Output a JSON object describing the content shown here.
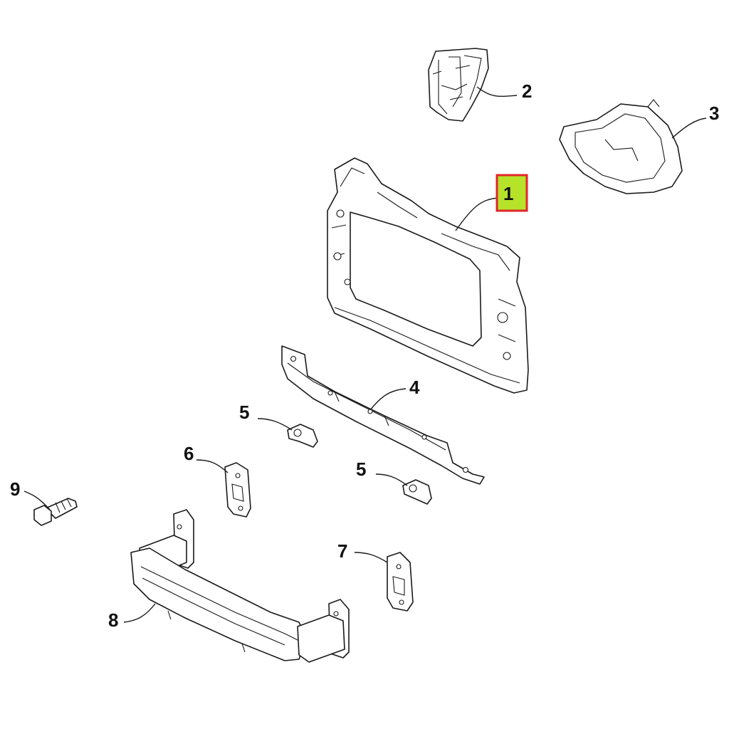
{
  "callouts": {
    "c1": "1",
    "c2": "2",
    "c3": "3",
    "c4": "4",
    "c5a": "5",
    "c5b": "5",
    "c6": "6",
    "c7": "7",
    "c8": "8",
    "c9": "9"
  },
  "colors": {
    "highlight_fill": "#b6e32a",
    "highlight_border": "#e0262b",
    "line": "#1a1a1a"
  }
}
